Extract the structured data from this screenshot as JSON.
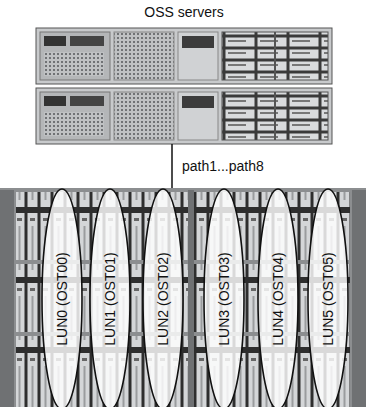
{
  "diagram": {
    "nodes": [
      {
        "text": [
          "OSS servers"
        ]
      },
      {
        "text": [
          "LUN0 (OST00)"
        ]
      },
      {
        "text": [
          "LUN1 (OST01)"
        ]
      },
      {
        "text": [
          "LUN2 (OST02)"
        ]
      },
      {
        "text": [
          "LUN3 (OST03)"
        ]
      },
      {
        "text": [
          "LUN4 (OST04)"
        ]
      },
      {
        "text": [
          "LUN5 (OST05)"
        ]
      }
    ],
    "labels": [
      "path1...path8"
    ]
  }
}
